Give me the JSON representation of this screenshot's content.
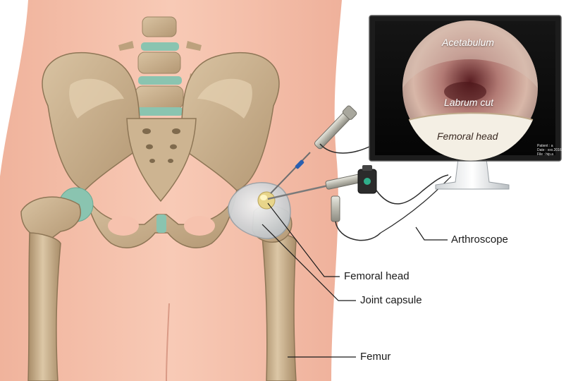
{
  "monitor": {
    "top_label": "Acetabulum",
    "middle_label": "Labrum cut",
    "bottom_label": "Femoral head",
    "meta_lines": [
      "Patient : a",
      "Date : xxx.2016",
      "File : hip.a"
    ]
  },
  "callouts": {
    "arthroscope": "Arthroscope",
    "femoral_head": "Femoral head",
    "joint_capsule": "Joint capsule",
    "femur": "Femur"
  },
  "colors": {
    "skin": "#f6c2ae",
    "bone": "#c9b18f",
    "bone_shadow": "#9c8463",
    "cartilage": "#8ac4b0",
    "monitor_frame": "#1c1c1c"
  }
}
